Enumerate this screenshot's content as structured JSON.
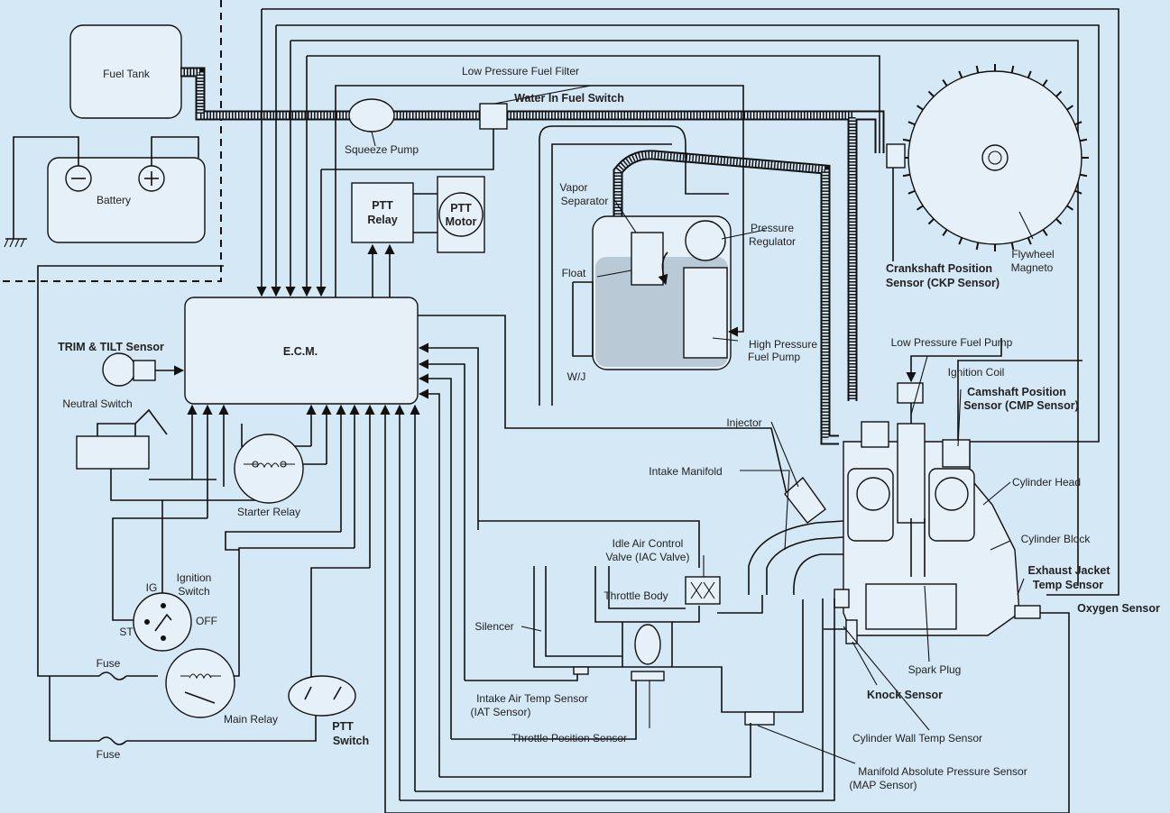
{
  "labels": {
    "fuel_tank": "Fuel Tank",
    "battery": "Battery",
    "squeeze_pump": "Squeeze Pump",
    "low_pressure_fuel_filter": "Low Pressure Fuel Filter",
    "water_in_fuel_switch": "Water In Fuel Switch",
    "ptt_relay_1": "PTT",
    "ptt_relay_2": "Relay",
    "ptt_motor_1": "PTT",
    "ptt_motor_2": "Motor",
    "ecm": "E.C.M.",
    "trim_tilt_sensor": "TRIM & TILT Sensor",
    "neutral_switch": "Neutral Switch",
    "starter_relay": "Starter Relay",
    "ig": "IG",
    "ignition_switch_1": "Ignition",
    "ignition_switch_2": "Switch",
    "st": "ST",
    "off": "OFF",
    "fuse_1": "Fuse",
    "fuse_2": "Fuse",
    "main_relay": "Main Relay",
    "ptt_switch_1": "PTT",
    "ptt_switch_2": "Switch",
    "vapor_separator_1": "Vapor",
    "vapor_separator_2": "Separator",
    "float": "Float",
    "pressure_regulator_1": "Pressure",
    "pressure_regulator_2": "Regulator",
    "high_pressure_fuel_pump_1": "High Pressure",
    "high_pressure_fuel_pump_2": "Fuel Pump",
    "wj": "W/J",
    "ckp_sensor_1": "Crankshaft Position",
    "ckp_sensor_2": "Sensor (CKP Sensor)",
    "flywheel_magneto_1": "Flywheel",
    "flywheel_magneto_2": "Magneto",
    "low_pressure_fuel_pump": "Low Pressure Fuel Pump",
    "ignition_coil": "Ignition Coil",
    "cmp_sensor_1": "Camshaft Position",
    "cmp_sensor_2": "Sensor (CMP Sensor)",
    "injector": "Injector",
    "intake_manifold": "Intake Manifold",
    "cylinder_head": "Cylinder Head",
    "cylinder_block": "Cylinder Block",
    "exhaust_jacket_temp_sensor_1": "Exhaust Jacket",
    "exhaust_jacket_temp_sensor_2": "Temp Sensor",
    "oxygen_sensor": "Oxygen Sensor",
    "idle_air_control_valve_1": "Idle Air Control",
    "idle_air_control_valve_2": "Valve (IAC Valve)",
    "throttle_body": "Throttle Body",
    "silencer": "Silencer",
    "iat_sensor_1": "Intake Air Temp Sensor",
    "iat_sensor_2": "(IAT Sensor)",
    "throttle_position_sensor": "Throttle Position Sensor",
    "spark_plug": "Spark Plug",
    "knock_sensor": "Knock Sensor",
    "cylinder_wall_temp_sensor": "Cylinder Wall Temp Sensor",
    "map_sensor_1": "Manifold Absolute Pressure Sensor",
    "map_sensor_2": "(MAP Sensor)"
  }
}
